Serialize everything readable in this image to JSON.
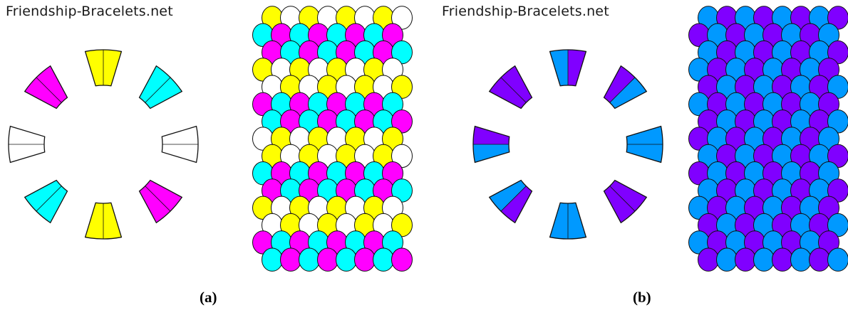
{
  "panels": [
    {
      "id": "a",
      "brand": "Friendship-Bracelets.net",
      "caption": "(a)",
      "palette": {
        "yellow": "#ffff00",
        "cyan": "#00ffff",
        "magenta": "#ff00ff",
        "white": "#ffffff"
      },
      "wheel_slots": [
        [
          "yellow",
          "yellow"
        ],
        [
          "cyan",
          "cyan"
        ],
        [
          "white",
          "white"
        ],
        [
          "magenta",
          "magenta"
        ],
        [
          "yellow",
          "yellow"
        ],
        [
          "cyan",
          "cyan"
        ],
        [
          "white",
          "white"
        ],
        [
          "magenta",
          "magenta"
        ]
      ],
      "pattern_cycle": [
        "yellow",
        "cyan",
        "white",
        "magenta"
      ]
    },
    {
      "id": "b",
      "brand": "Friendship-Bracelets.net",
      "caption": "(b)",
      "palette": {
        "blue": "#0099ff",
        "purple": "#8000ff"
      },
      "wheel_slots": [
        [
          "blue",
          "purple"
        ],
        [
          "purple",
          "blue"
        ],
        [
          "blue",
          "blue"
        ],
        [
          "purple",
          "purple"
        ],
        [
          "blue",
          "blue"
        ],
        [
          "purple",
          "blue"
        ],
        [
          "blue",
          "purple"
        ],
        [
          "purple",
          "purple"
        ]
      ],
      "pattern_cycle": [
        "blue",
        "purple",
        "purple",
        "blue"
      ]
    }
  ]
}
